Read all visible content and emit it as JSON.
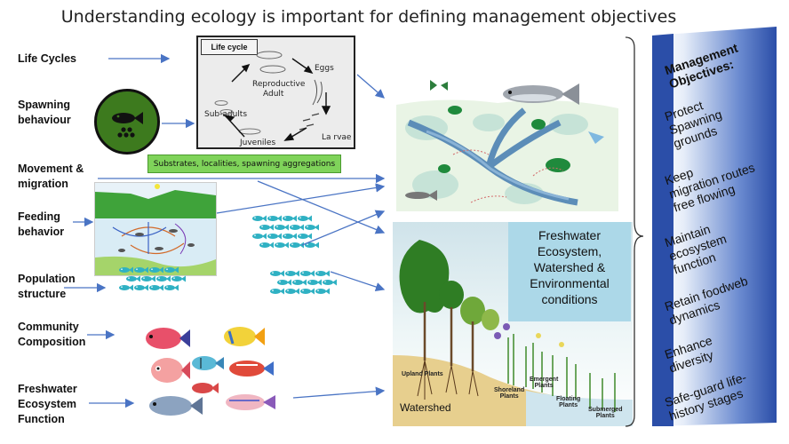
{
  "title": "Understanding ecology is important for defining management objectives",
  "left_labels": {
    "life_cycles": "Life Cycles",
    "spawning_1": "Spawning",
    "spawning_2": "behaviour",
    "movement_1": "Movement &",
    "movement_2": "migration",
    "feeding_1": "Feeding",
    "feeding_2": "behavior",
    "population_1": "Population",
    "population_2": "structure",
    "community_1": "Community",
    "community_2": "Composition",
    "freshwater_1": "Freshwater",
    "freshwater_2": "Ecosystem",
    "freshwater_3": "Function"
  },
  "life_cycle": {
    "title": "Life cycle",
    "eggs": "Eggs",
    "reproductive": "Reproductive",
    "adult": "Adult",
    "sub_adults": "Sub-adults",
    "larvae": "La rvae",
    "juveniles": "Juveniles"
  },
  "green_bar": "Substrates, localities, spawning aggregations",
  "ecosystem": {
    "caption_1": "Freshwater",
    "caption_2": "Ecosystem,",
    "caption_3": "Watershed &",
    "caption_4": "Environmental",
    "caption_5": "conditions",
    "upland": "Upland Plants",
    "shoreland_1": "Shoreland",
    "shoreland_2": "Plants",
    "emergent_1": "Emergent",
    "emergent_2": "Plants",
    "floating_1": "Floating",
    "floating_2": "Plants",
    "submerged_1": "Submerged",
    "submerged_2": "Plants",
    "watershed": "Watershed"
  },
  "management": {
    "heading_1": "Management",
    "heading_2": "Objectives:",
    "obj1_1": "Protect",
    "obj1_2": "Spawning",
    "obj1_3": "grounds",
    "obj2_1": "Keep",
    "obj2_2": "migration routes",
    "obj2_3": "free flowing",
    "obj3_1": "Maintain",
    "obj3_2": "ecosystem",
    "obj3_3": "function",
    "obj4_1": "Retain foodweb",
    "obj4_2": "dynamics",
    "obj5_1": "Enhance",
    "obj5_2": "diversity",
    "obj6_1": "Safe-guard life-",
    "obj6_2": "history stages"
  },
  "colors": {
    "arrow": "#4a74c4",
    "panel_dark": "#2b4ea8",
    "green_bar": "#7fd35a",
    "spawn_circle": "#3d7a1e",
    "caption_bg": "#acd8e8",
    "fish_teal": "#2fb1c3"
  }
}
